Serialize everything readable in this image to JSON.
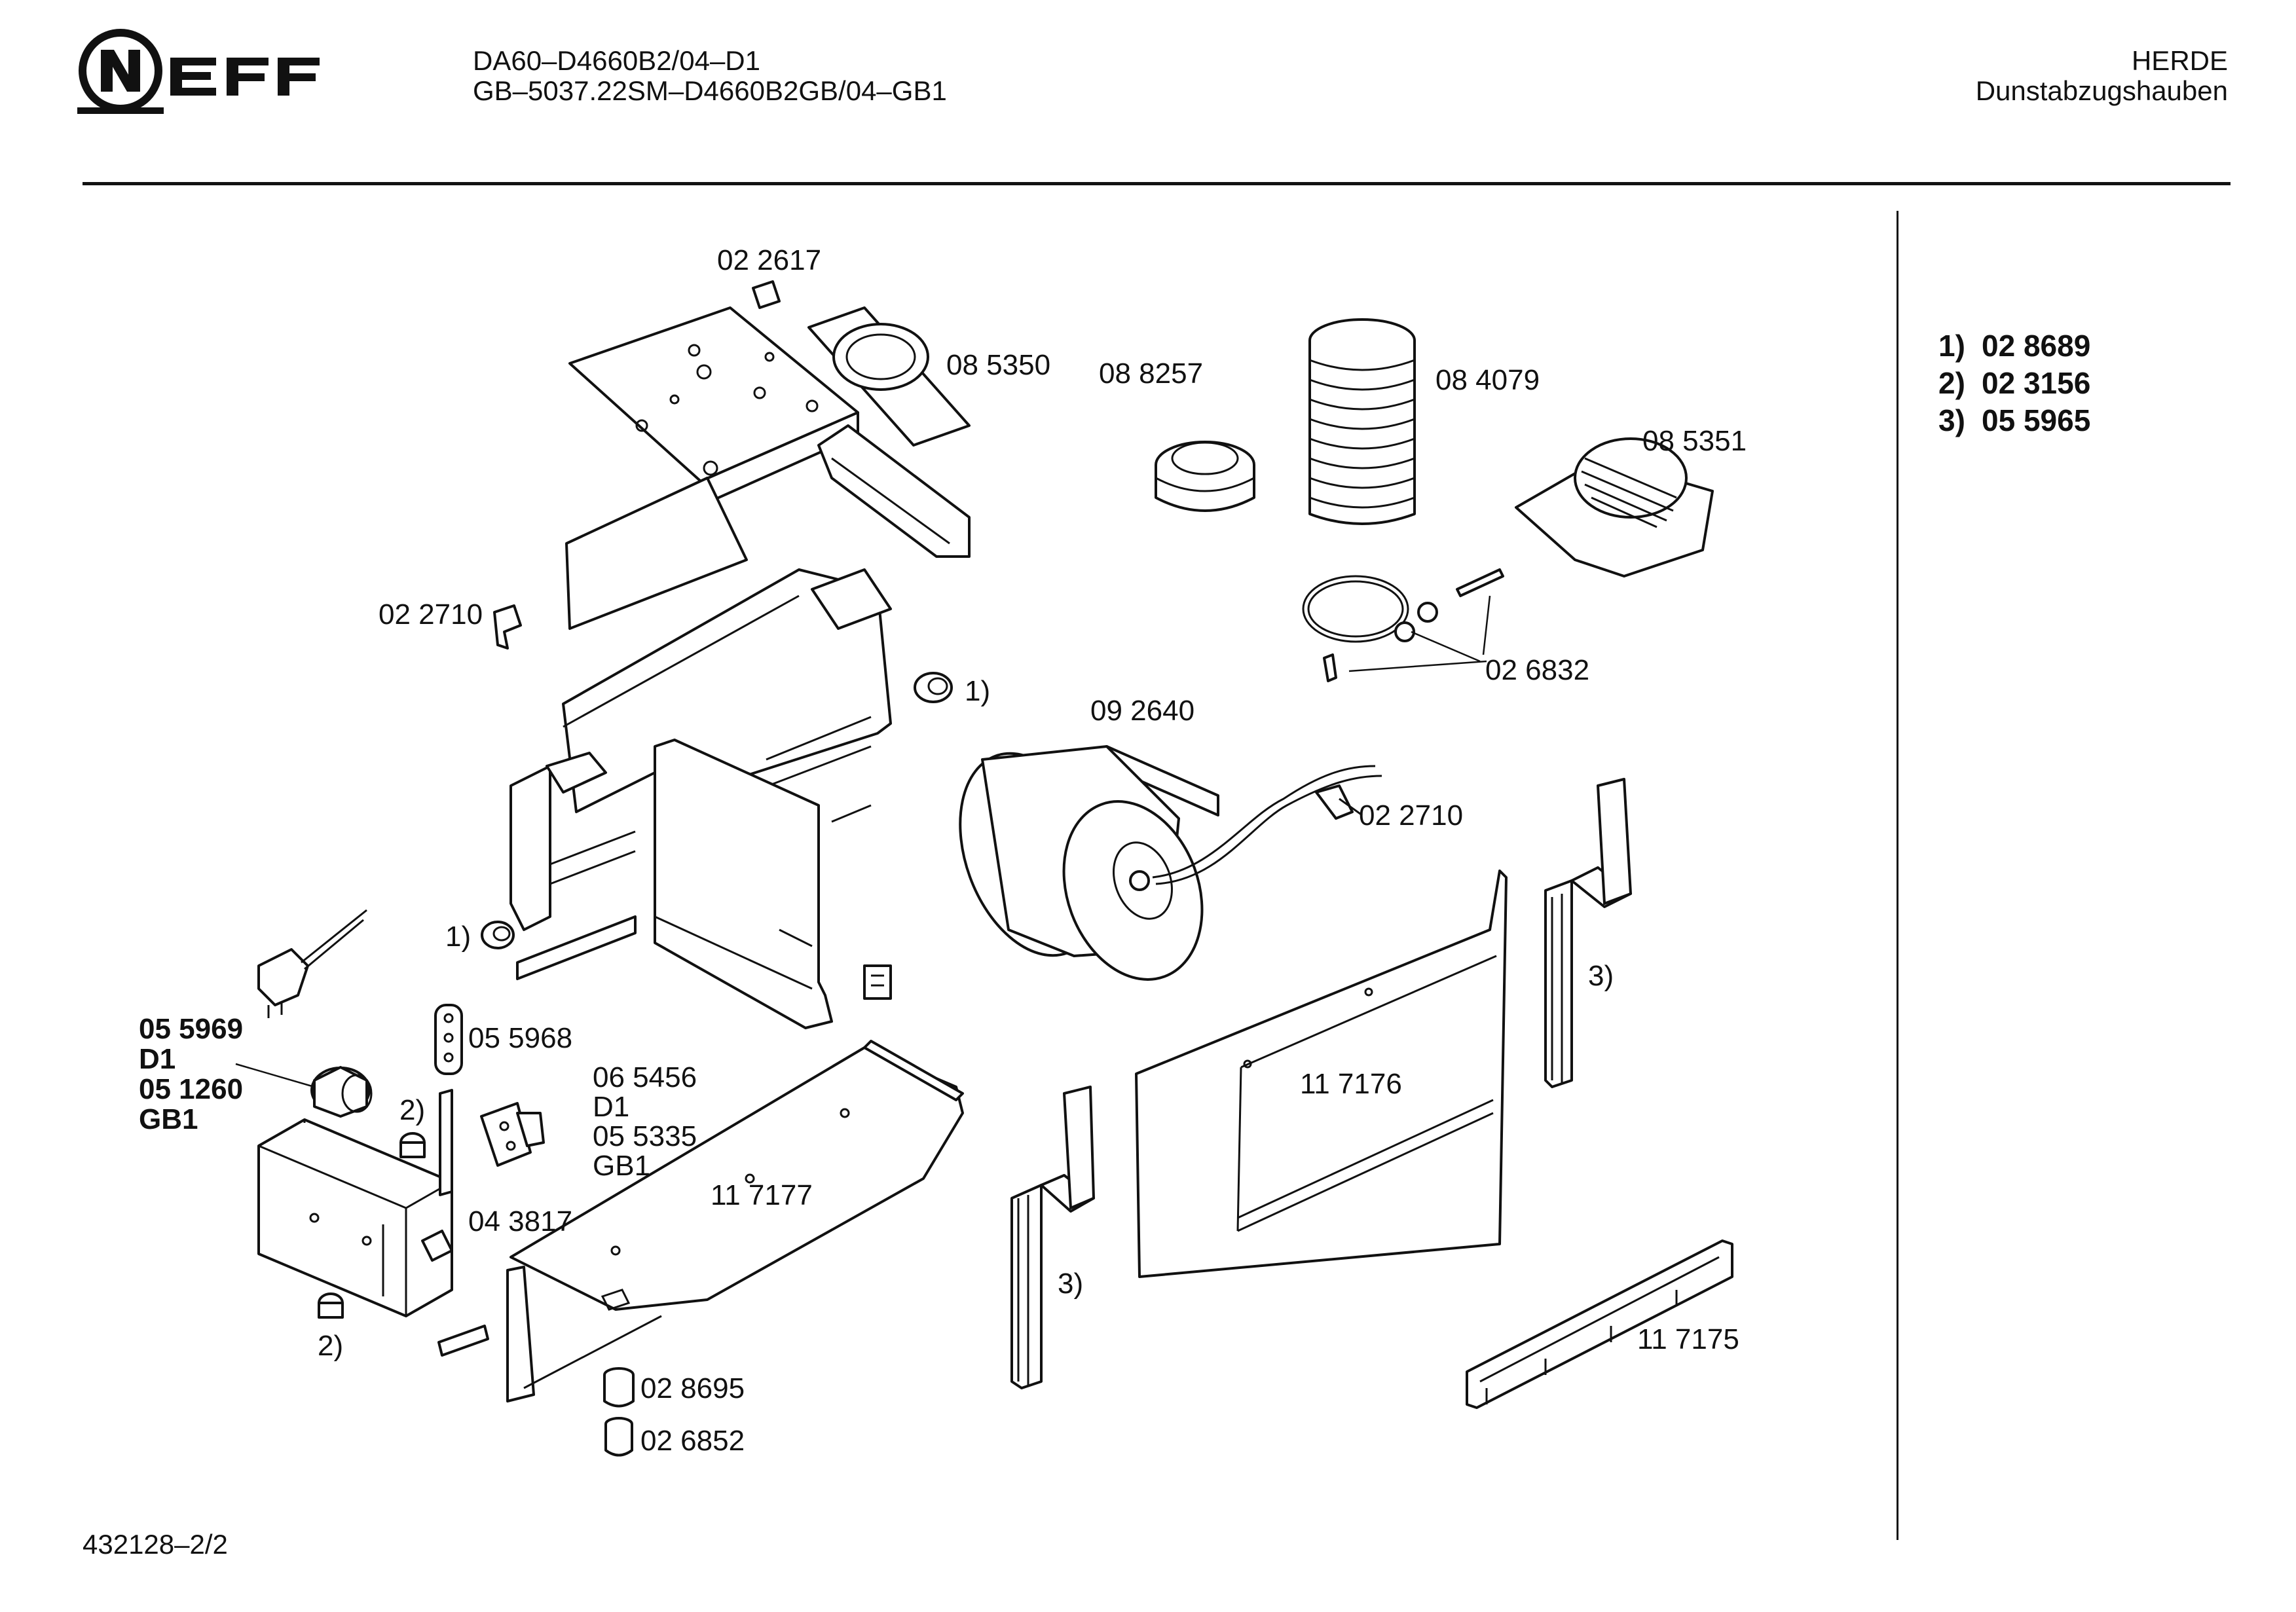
{
  "header": {
    "brand": "NEFF",
    "model_line_1": "DA60–D4660B2/04–D1",
    "model_line_2": "GB–5037.22SM–D4660B2GB/04–GB1",
    "category": "HERDE",
    "subcategory": "Dunstabzugshauben"
  },
  "parts": {
    "p022617": "02 2617",
    "p085350": "08 5350",
    "p088257": "08 8257",
    "p084079": "08 4079",
    "p085351": "08 5351",
    "p022710a": "02 2710",
    "p026832": "02 6832",
    "p092640": "09 2640",
    "p022710b": "02 2710",
    "p055969": "05 5969",
    "pD1a": "D1",
    "p051260": "05 1260",
    "pGB1a": "GB1",
    "p055968": "05 5968",
    "p065456": "06 5456",
    "pD1b": "D1",
    "p055335": "05 5335",
    "pGB1b": "GB1",
    "p043817": "04 3817",
    "p117177": "11 7177",
    "p117176": "11 7176",
    "p117175": "11 7175",
    "p028695": "02 8695",
    "p026852": "02 6852",
    "ref1a": "1)",
    "ref1b": "1)",
    "ref2a": "2)",
    "ref2b": "2)",
    "ref3a": "3)",
    "ref3b": "3)"
  },
  "legend": [
    {
      "key": "1)",
      "value": "02 8689"
    },
    {
      "key": "2)",
      "value": "02 3156"
    },
    {
      "key": "3)",
      "value": "05 5965"
    }
  ],
  "footer": {
    "doc_id": "432128–2/2"
  }
}
